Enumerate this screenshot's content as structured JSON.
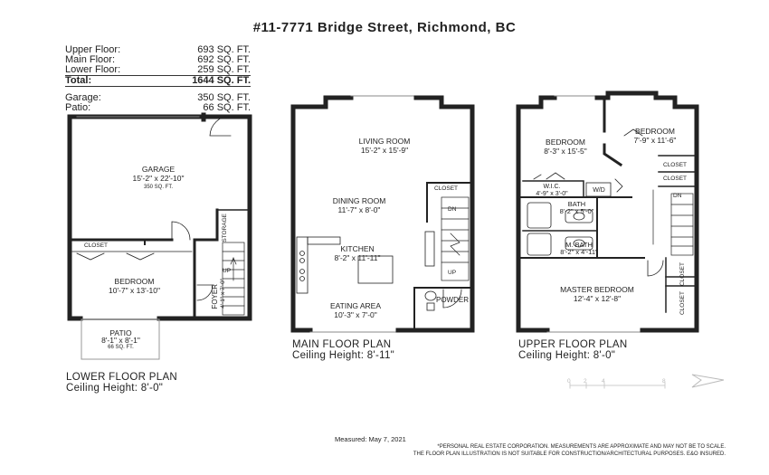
{
  "title": "#11-7771 Bridge Street, Richmond, BC",
  "areas": [
    {
      "label": "Upper Floor:",
      "value": "693 SQ. FT."
    },
    {
      "label": "Main Floor:",
      "value": "692 SQ. FT."
    },
    {
      "label": "Lower Floor:",
      "value": "259 SQ. FT."
    },
    {
      "label": "Total:",
      "value": "1644 SQ. FT."
    },
    {
      "label": "Garage:",
      "value": "350 SQ. FT."
    },
    {
      "label": "Patio:",
      "value": "66 SQ. FT."
    }
  ],
  "lower": {
    "caption": "LOWER FLOOR PLAN",
    "ceiling": "Ceiling Height: 8'-0\"",
    "garage": {
      "name": "GARAGE",
      "dim": "15'-2\" x 22'-10\"",
      "area": "350 SQ. FT."
    },
    "closet": "CLOSET",
    "bedroom": {
      "name": "BEDROOM",
      "dim": "10'-7\" x 13'-10\""
    },
    "storage": "STORAGE",
    "foyer": "FOYER",
    "foyer_dim": "4'-1\" x 7'-0\"",
    "up": "UP",
    "patio": {
      "name": "PATIO",
      "dim": "8'-1\" x 8'-1\"",
      "area": "66 SQ. FT."
    }
  },
  "main": {
    "caption": "MAIN FLOOR PLAN",
    "ceiling": "Ceiling Height: 8'-11\"",
    "living": {
      "name": "LIVING ROOM",
      "dim": "15'-2\" x 15'-9\""
    },
    "dining": {
      "name": "DINING ROOM",
      "dim": "11'-7\" x 8'-0\""
    },
    "kitchen": {
      "name": "KITCHEN",
      "dim": "8'-2\" x 11'-11\""
    },
    "eating": {
      "name": "EATING AREA",
      "dim": "10'-3\" x 7'-0\""
    },
    "closet": "CLOSET",
    "dn": "DN",
    "up": "UP",
    "powder": "POWDER"
  },
  "upper": {
    "caption": "UPPER FLOOR PLAN",
    "ceiling": "Ceiling Height: 8'-0\"",
    "bedroom1": {
      "name": "BEDROOM",
      "dim": "8'-3\" x 15'-5\""
    },
    "bedroom2": {
      "name": "BEDROOM",
      "dim": "7'-9\" x 11'-6\""
    },
    "closet": "CLOSET",
    "wic": {
      "name": "W.I.C.",
      "dim": "4'-9\" x 3'-0\""
    },
    "wd": "W/D",
    "bath": {
      "name": "BATH",
      "dim": "8'-2\" x 5'-0\""
    },
    "mbath": {
      "name": "M. BATH",
      "dim": "8'-2\" x 4'-11\""
    },
    "dn": "DN",
    "master": {
      "name": "MASTER BEDROOM",
      "dim": "12'-4\" x 12'-8\""
    }
  },
  "scale_labels": [
    "0",
    "2",
    "4",
    "8"
  ],
  "measured": "Measured: May 7, 2021",
  "disclaimer1": "*PERSONAL REAL ESTATE CORPORATION. MEASUREMENTS ARE APPROXIMATE AND MAY NOT BE TO SCALE.",
  "disclaimer2": "THE FLOOR PLAN ILLUSTRATION IS NOT SUITABLE FOR CONSTRUCTION/ARCHITECTURAL PURPOSES. E&O INSURED."
}
